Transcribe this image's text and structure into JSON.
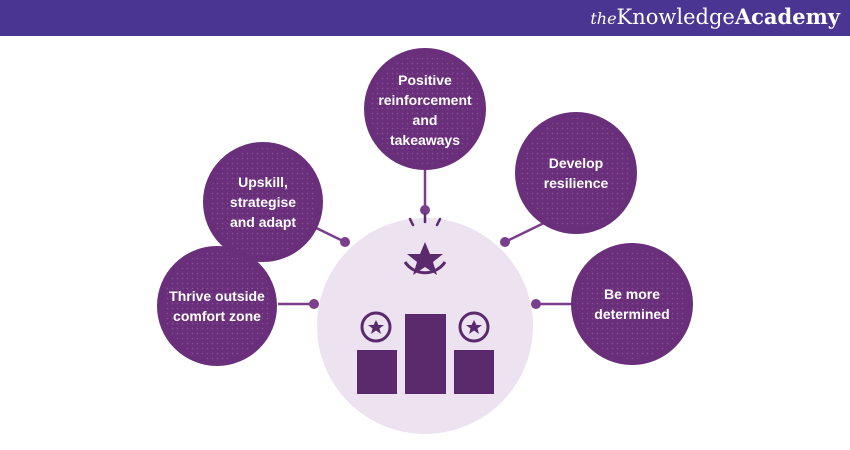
{
  "brand": {
    "the": "the",
    "knowledge": "Knowledge",
    "academy": "Academy"
  },
  "colors": {
    "header": "#4a3592",
    "node": "#6a2f7a",
    "node_dot": "#8a4d97",
    "center": "#ece2f0",
    "icon": "#5b2a6d",
    "connector": "#7a3f8c"
  },
  "center_icon": "podium-with-star-badges-icon",
  "nodes": [
    {
      "id": "thrive",
      "lines": [
        "Thrive outside",
        "comfort zone"
      ]
    },
    {
      "id": "upskill",
      "lines": [
        "Upskill,",
        "strategise",
        "and adapt"
      ]
    },
    {
      "id": "positive",
      "lines": [
        "Positive",
        "reinforcement",
        "and",
        "takeaways"
      ]
    },
    {
      "id": "resilience",
      "lines": [
        "Develop",
        "resilience"
      ]
    },
    {
      "id": "determined",
      "lines": [
        "Be more",
        "determined"
      ]
    }
  ]
}
